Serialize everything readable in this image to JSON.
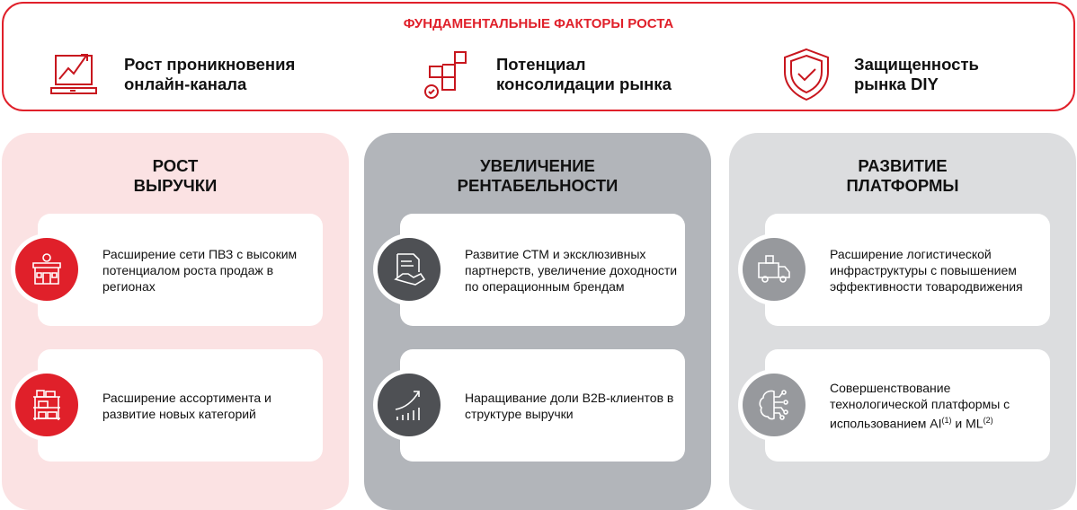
{
  "header": {
    "title": "ФУНДАМЕНТАЛЬНЫЕ ФАКТОРЫ РОСТА",
    "factors": [
      {
        "icon": "laptop-growth-icon",
        "line1": "Рост проникновения",
        "line2": "онлайн-канала"
      },
      {
        "icon": "puzzle-icon",
        "line1": "Потенциал",
        "line2": "консолидации рынка"
      },
      {
        "icon": "shield-check-icon",
        "line1": "Защищенность",
        "line2": "рынка DIY"
      }
    ]
  },
  "panels": [
    {
      "title1": "РОСТ",
      "title2": "ВЫРУЧКИ",
      "cards": [
        {
          "icon": "store-icon",
          "text": "Расширение сети ПВЗ с высоким потенциалом роста продаж в регионах"
        },
        {
          "icon": "shelves-icon",
          "text": "Расширение ассортимента и развитие новых категорий"
        }
      ]
    },
    {
      "title1": "УВЕЛИЧЕНИЕ",
      "title2": "РЕНТАБЕЛЬНОСТИ",
      "cards": [
        {
          "icon": "handshake-document-icon",
          "text": "Развитие СТМ и эксклюзивных партнерств, увеличение доходности по операционным брендам"
        },
        {
          "icon": "growth-chart-icon",
          "text": "Наращивание доли B2B-клиентов в структуре выручки"
        }
      ]
    },
    {
      "title1": "РАЗВИТИЕ",
      "title2": "ПЛАТФОРМЫ",
      "cards": [
        {
          "icon": "delivery-truck-icon",
          "text": "Расширение логистической инфраструктуры с повышением эффективности товародвижения"
        },
        {
          "icon": "ai-brain-icon",
          "text": "Совершенствование технологической платформы с использованием AI",
          "sup1": "(1)",
          "mid": " и ML",
          "sup2": "(2)"
        }
      ]
    }
  ],
  "colors": {
    "red": "#e0202a",
    "pink": "#fbe2e3",
    "gray_mid": "#b2b5ba",
    "gray_light": "#dcdddf",
    "icon_dark": "#4e5054",
    "icon_gray": "#97999d"
  }
}
